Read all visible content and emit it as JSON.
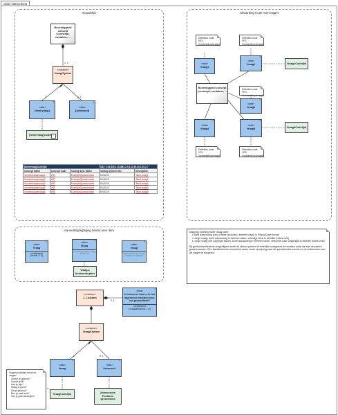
{
  "frame_tab": "class instructions",
  "packages": {
    "top_left": "Bouwblok",
    "top_right": "Uitwerking in de met-vragen",
    "middle_left": "Aanvulling/wijziging binnen een item"
  },
  "bouwblok": {
    "concept_title": "Bovenliggend concept (=concept, container, ...",
    "vraag_stereo": "«container»",
    "vraag_name": "Vraag/Optiem",
    "mult_concept": "1..1",
    "mult_item": "1",
    "mult_antwoord": "0..1",
    "item_stereo": "«data»",
    "item_name": "[Item/vraag]",
    "antwoord_stereo": "«data»",
    "antwoord_name": "[Antwoord]",
    "codelijst": "[Item/vraag]Codelijst"
  },
  "code_table": {
    "title": "[Item/vraag]Codelijst",
    "oid": "OID: 2.16.840.1.113883.2.4.3.11.60.40.2.25.2.7",
    "headers": [
      "Concept Name",
      "Concept Code",
      "Coding Syst. Name",
      "Coding System OID",
      "Description"
    ],
    "rows": [
      [
        "Voorbeeld/optvraag1",
        "VR1",
        "ExampleQuestionnaire",
        "00.00.00",
        "Tekst vraag1"
      ],
      [
        "Voorbeeld/optvraag2",
        "VR2",
        "ExampleQuestionnaire",
        "00.00.00",
        "Tekst vraag2"
      ],
      [
        "Voorbeeld/optvraag3",
        "VR3",
        "ExampleQuestionnaire",
        "00.00.00",
        "Tekst vraag3"
      ],
      [
        "Voorbeeld/optvraag4",
        "VR4",
        "ExampleQuestionnaire",
        "00.00.00",
        "Tekst vraag4"
      ],
      [
        "Voorbeeld/optvraag5",
        "VR5",
        "ExampleQuestionnaire",
        "00.00.00",
        "Tekst vraag5"
      ]
    ]
  },
  "uitwerking": {
    "center": "Bovenliggend concept (=concept, container, ...",
    "vraag_stereo": "«data»",
    "vraag_names": [
      "Vraag1",
      "Vraag2",
      "Vraag3",
      "Vraag4",
      "Vraag5"
    ],
    "notes": [
      "Definition code: VR1 Voorbeeld/optvraag1",
      "Definition code: VR2 Voorbeeld/optvraag2",
      "Definition code: VR3 Voorbeeld/optvraag3",
      "Definition code: VR4 Voorbeeld/optvraag4",
      "Definition code: VR5 Voorbeeld/optvraag5"
    ],
    "codelijsten": [
      "Vraag1Codelijst",
      "Vraag5Codelijst"
    ]
  },
  "mapping_note": {
    "lines": [
      "Mapping Questionnaire vraag label:",
      "• korte aanduiding (een of twee woorden): element naam in PascalCase format",
      "• Lange vraag: korte aanduiding in element naam, volledige tekst in definitie (notes veld)",
      "• Lange vraag met copyright issues: korte aanduiding in element naam, referentie naar vragenlijst in definitie (notes veld)",
      "Bij gestandaardiseerde vragenlijsten heeft de clinical partner de letterlijke vraagtekst te bevatten zoals die aan de patient gesteld worden. Een identificerende numerieke naam onder verwijzing naar de questionnaire vooraf om de antwoorden aan de vragen te koppelen."
    ]
  },
  "aanvulling": {
    "left_stereo": "«data»",
    "left_name": "Vraag",
    "left_sub": "conditioneel",
    "left_sub2": "[bereik: 0-5]",
    "center_stereo": "«data»",
    "center_name": "Vraag",
    "center_faded": "Datum/periode vraag antwoord",
    "right_stereo": "«data»",
    "right_name": "Vraag",
    "right_faded": "Datum/periode vraag, Antwoord bijlagen",
    "green_label": "Vraag1, Antwoordopties"
  },
  "lower": {
    "lijst_stereo": "«container»",
    "lijst_name": "1. Lichaam",
    "bullet_stereo": "«data»",
    "bullet_name": "In hoeverre bent u in het algemeen tevreden over uw gezondheid?",
    "bullet_sub": "conditioneel",
    "bullet_sub2": "[vraag/antwoord: 1-5]",
    "mult_bullet": "0..1",
    "vraag_stereo": "«container»",
    "vraag_name": "Vraag/Optiem",
    "mult_vraag": "1",
    "mult_antwoord": "0..1",
    "item_stereo": "«data»",
    "item_name": "Vraag",
    "antwoord_stereo": "«data»",
    "antwoord_name": "Antwoord",
    "vraagcodelijst": "VraagCodelijst",
    "antwoord_green": "Antwoorden Positieve gezondheid"
  },
  "example_note": {
    "title": "Vragen(codelijst) bevat de vragen:",
    "items": [
      "Voel je je gezond?",
      "Voel je je fit?",
      "Heb je pijn?",
      "Slaap je goed?",
      "Eet je gezond?",
      "Ben je vaak ziek?",
      "Kun je goed bewegen?"
    ]
  }
}
